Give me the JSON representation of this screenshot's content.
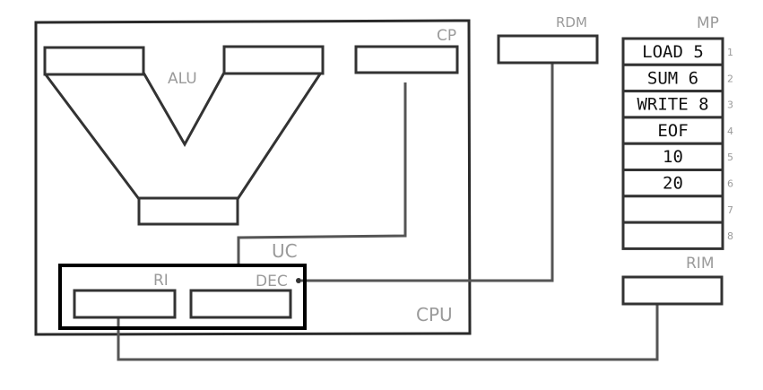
{
  "labels": {
    "cp": "CP",
    "alu": "ALU",
    "rdm": "RDM",
    "mp": "MP",
    "uc": "UC",
    "ri": "RI",
    "dec": "DEC",
    "cpu": "CPU",
    "rim": "RIM"
  },
  "memory": {
    "cells": [
      {
        "content": "LOAD 5",
        "address": "1"
      },
      {
        "content": "SUM 6",
        "address": "2"
      },
      {
        "content": "WRITE 8",
        "address": "3"
      },
      {
        "content": "EOF",
        "address": "4"
      },
      {
        "content": "10",
        "address": "5"
      },
      {
        "content": "20",
        "address": "6"
      },
      {
        "content": "",
        "address": "7"
      },
      {
        "content": "",
        "address": "8"
      }
    ]
  }
}
